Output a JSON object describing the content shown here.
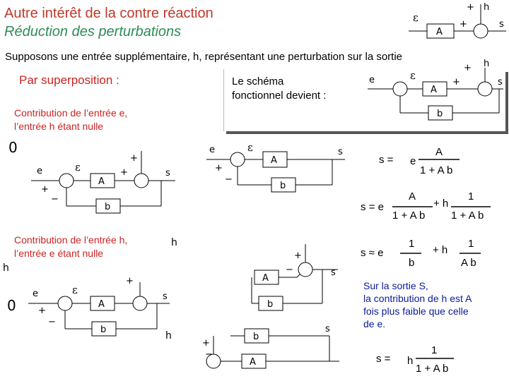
{
  "header": {
    "title": "Autre intérêt de la contre réaction",
    "subtitle": "Réduction des perturbations"
  },
  "intro": "Supposons une entrée supplémentaire, h, représentant une perturbation sur la sortie",
  "superposition_label": "Par superposition :",
  "schema_label": {
    "line1": "Le schéma",
    "line2": "fonctionnel devient :"
  },
  "contribution_e": {
    "line1": "Contribution de l’entrée e,",
    "line2": "l’entrée h étant nulle"
  },
  "contribution_h": {
    "line1": "Contribution de l’entrée h,",
    "line2": "l’entrée e étant nulle"
  },
  "symbols": {
    "e": "e",
    "h": "h",
    "s": "s",
    "epsilon": "ε",
    "A": "A",
    "b": "b",
    "zero": "0",
    "plus": "+",
    "minus": "−"
  },
  "equations": {
    "eq1": {
      "lhs": "s =",
      "factor": "e",
      "num": "A",
      "den": "1 + A b"
    },
    "eq2": {
      "lhs": "s = e",
      "num1": "A",
      "den1": "1 + A b",
      "op": "+ h",
      "num2": "1",
      "den2": "1 + A b"
    },
    "eq3": {
      "lhs": "s ≈ e",
      "num1": "1",
      "den1": "b",
      "op": "+ h",
      "num2": "1",
      "den2": "A b"
    },
    "eq4": {
      "lhs": "s =",
      "factor": "h",
      "num": "1",
      "den": "1 + A b"
    }
  },
  "conclusion": {
    "line1": "Sur la sortie S,",
    "line2": "la contribution de h est A",
    "line3": "fois plus faible que celle",
    "line4": "de e."
  }
}
